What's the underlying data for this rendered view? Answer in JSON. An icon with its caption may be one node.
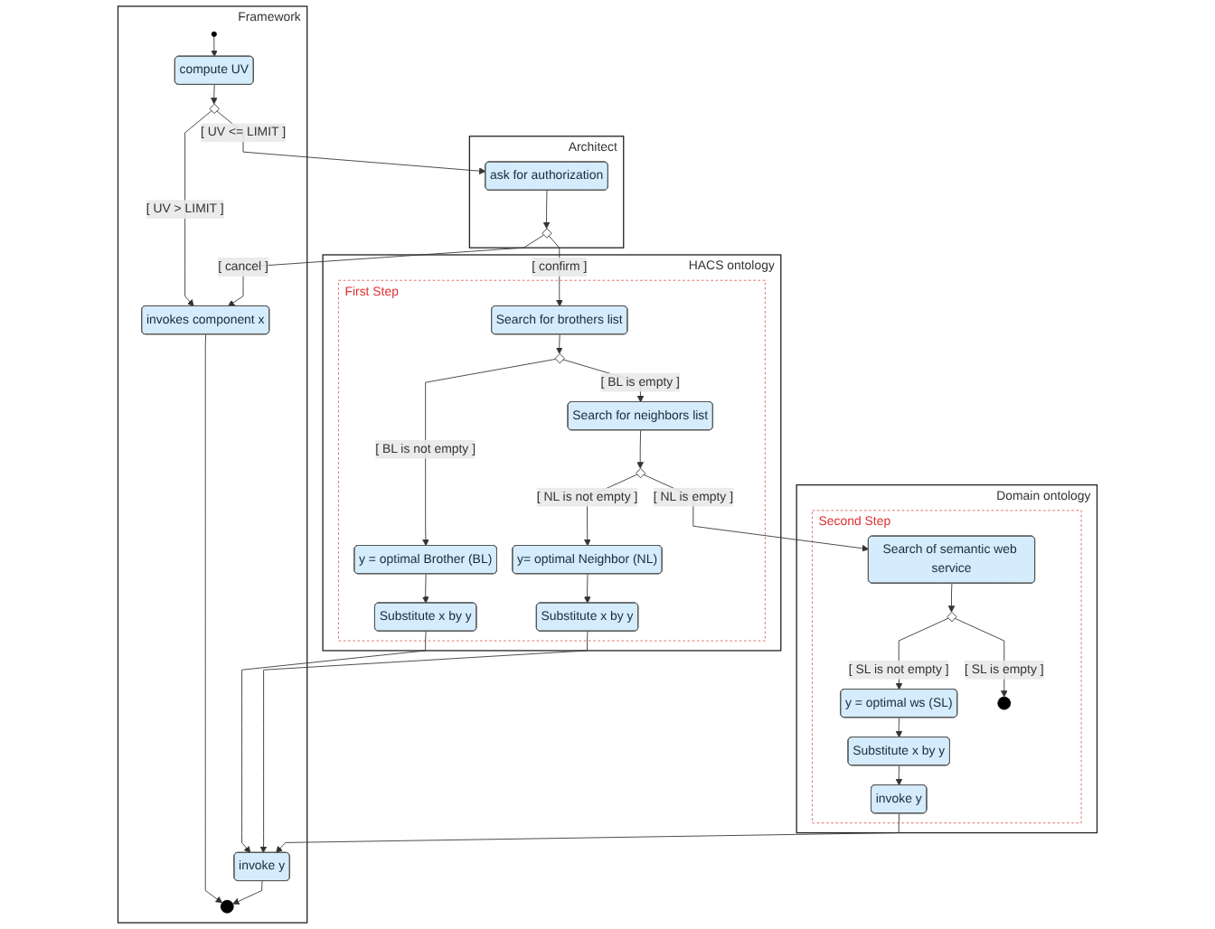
{
  "diagram": {
    "nodes": [
      {
        "text": [
          "Framework"
        ]
      },
      {
        "text": [
          "Architect"
        ]
      },
      {
        "text": [
          "HACS ontology"
        ]
      },
      {
        "text": [
          "Domain ontology"
        ]
      },
      {
        "text": [],
        "shape": "circle",
        "in": 0
      },
      {
        "text": [
          "compute UV"
        ],
        "in": 0
      },
      {
        "text": [],
        "shape": "diamond",
        "in": 0
      },
      {
        "text": [
          "invokes component x"
        ],
        "in": 0
      },
      {
        "text": [],
        "shape": "circle",
        "in": 0
      },
      {
        "text": [
          "invoke y"
        ],
        "in": 0
      },
      {
        "text": [
          "ask for authorization"
        ],
        "in": 1
      },
      {
        "text": [],
        "shape": "diamond",
        "in": 1
      },
      {
        "text": [
          "First Step"
        ],
        "in": 2
      },
      {
        "text": [
          "Search for brothers list"
        ],
        "in": 12
      },
      {
        "text": [],
        "shape": "diamond",
        "in": 12
      },
      {
        "text": [
          "y = optimal Brother (BL)"
        ],
        "in": 12
      },
      {
        "text": [
          "Search for neighbors list"
        ],
        "in": 12
      },
      {
        "text": [
          "Substitute x by y"
        ],
        "in": 12
      },
      {
        "text": [],
        "shape": "diamond",
        "in": 12
      },
      {
        "text": [
          "y= optimal Neighbor (NL)"
        ],
        "in": 12
      },
      {
        "text": [
          "Substitute x by y"
        ],
        "in": 12
      },
      {
        "text": [
          "Second Step"
        ],
        "in": 3
      },
      {
        "text": [
          "Search of semantic web service"
        ],
        "in": 21
      },
      {
        "text": [],
        "shape": "diamond",
        "in": 21
      },
      {
        "text": [
          "y = optimal ws (SL)"
        ],
        "in": 21
      },
      {
        "text": [
          "Substitute x by y"
        ],
        "in": 21
      },
      {
        "text": [
          "invoke y"
        ],
        "in": 21
      },
      {
        "text": [],
        "shape": "circle",
        "in": 21
      }
    ],
    "edges": [
      {
        "from": 4,
        "to": 5,
        "arrow": "to"
      },
      {
        "from": 5,
        "to": 6,
        "arrow": "to"
      },
      {
        "from": 6,
        "to": 10,
        "arrow": "to",
        "label": "[ UV <= LIMIT ]"
      },
      {
        "from": 6,
        "to": 7,
        "arrow": "to",
        "label": "[ UV > LIMIT ]"
      },
      {
        "from": 10,
        "to": 11,
        "arrow": "to"
      },
      {
        "from": 11,
        "to": 7,
        "arrow": "to",
        "label": "[ cancel ]"
      },
      {
        "from": 11,
        "to": 13,
        "arrow": "to",
        "label": "[ confirm ]"
      },
      {
        "from": 7,
        "to": 8,
        "arrow": "to"
      },
      {
        "from": 9,
        "to": 8,
        "arrow": "to"
      },
      {
        "from": 13,
        "to": 14,
        "arrow": "to"
      },
      {
        "from": 14,
        "to": 15,
        "arrow": "to",
        "label": "[ BL is not empty ]"
      },
      {
        "from": 14,
        "to": 16,
        "arrow": "to",
        "label": "[ BL is empty ]"
      },
      {
        "from": 15,
        "to": 17,
        "arrow": "to"
      },
      {
        "from": 17,
        "to": 9,
        "arrow": "to"
      },
      {
        "from": 16,
        "to": 18,
        "arrow": "to"
      },
      {
        "from": 18,
        "to": 19,
        "arrow": "to",
        "label": "[ NL is not empty ]"
      },
      {
        "from": 18,
        "to": 22,
        "arrow": "to",
        "label": "[ NL is empty ]"
      },
      {
        "from": 19,
        "to": 20,
        "arrow": "to"
      },
      {
        "from": 20,
        "to": 9,
        "arrow": "to"
      },
      {
        "from": 22,
        "to": 23,
        "arrow": "to"
      },
      {
        "from": 23,
        "to": 24,
        "arrow": "to",
        "label": "[ SL is not empty ]"
      },
      {
        "from": 23,
        "to": 27,
        "arrow": "to",
        "label": "[ SL is empty ]"
      },
      {
        "from": 24,
        "to": 25,
        "arrow": "to"
      },
      {
        "from": 25,
        "to": 26,
        "arrow": "to"
      },
      {
        "from": 26,
        "to": 9,
        "arrow": "to"
      }
    ]
  }
}
